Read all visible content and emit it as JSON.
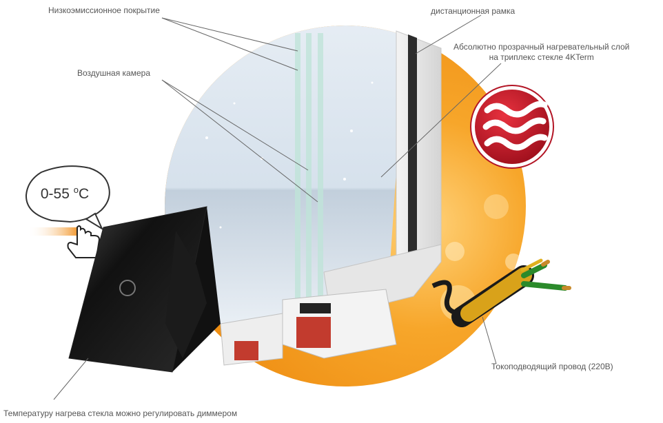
{
  "labels": {
    "low_e": "Низкоэмиссионное покрытие",
    "air_chamber": "Воздушная камера",
    "spacer": "дистанционная рамка",
    "heating_layer_line1": "Абсолютно прозрачный нагревательный слой",
    "heating_layer_line2": "на триплекс  стекле 4KTerm",
    "power_wire": "Токоподводящий провод (220В)",
    "dimmer": "Температуру нагрева стекла можно регулировать диммером"
  },
  "thermostat": {
    "range": "0-55",
    "unit_degree": "o",
    "unit_letter": "C"
  },
  "icons": [
    "heat-waves-icon",
    "hand-pointer-icon",
    "touch-button-icon"
  ],
  "colors": {
    "label_text": "#555555",
    "leader_line": "#666666",
    "heat_badge": "#c8192c",
    "orange_glow": "#f39c1f",
    "cable_gold": "#d9a21a"
  }
}
